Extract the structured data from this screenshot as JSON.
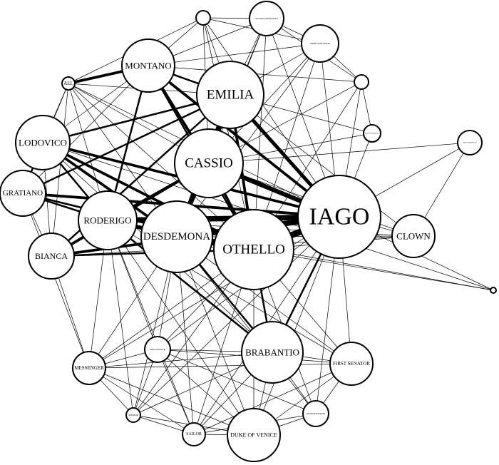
{
  "graph": {
    "nodes": [
      {
        "id": "iago",
        "label": "IAGO",
        "weight": 10
      },
      {
        "id": "othello",
        "label": "OTHELLO",
        "weight": 9
      },
      {
        "id": "desdemona",
        "label": "DESDEMONA",
        "weight": 8
      },
      {
        "id": "cassio",
        "label": "CASSIO",
        "weight": 7
      },
      {
        "id": "emilia",
        "label": "EMILIA",
        "weight": 7
      },
      {
        "id": "roderigo",
        "label": "RODERIGO",
        "weight": 6
      },
      {
        "id": "brabantio",
        "label": "BRABANTIO",
        "weight": 6
      },
      {
        "id": "montano",
        "label": "MONTANO",
        "weight": 5
      },
      {
        "id": "lodovico",
        "label": "LODOVICO",
        "weight": 5
      },
      {
        "id": "gratiano",
        "label": "GRATIANO",
        "weight": 4
      },
      {
        "id": "bianca",
        "label": "BIANCA",
        "weight": 4
      },
      {
        "id": "clown",
        "label": "CLOWN",
        "weight": 4
      },
      {
        "id": "duke",
        "label": "DUKE OF VENICE",
        "weight": 5
      },
      {
        "id": "first_senator",
        "label": "FIRST SENATOR",
        "weight": 4
      },
      {
        "id": "messenger",
        "label": "MESSENGER",
        "weight": 3
      },
      {
        "id": "sailor",
        "label": "SAILOR",
        "weight": 2
      },
      {
        "id": "second_senator",
        "label": "SECOND SENATOR",
        "weight": 2
      },
      {
        "id": "senator",
        "label": "SENATOR",
        "weight": 1
      },
      {
        "id": "first_officer",
        "label": "FIRST OFFICER",
        "weight": 2
      },
      {
        "id": "all",
        "label": "ALL",
        "weight": 1
      },
      {
        "id": "second_gentleman",
        "label": "SECOND GENTLEMAN",
        "weight": 3
      },
      {
        "id": "third_gentleman",
        "label": "THIRD GENTLEMAN",
        "weight": 3
      },
      {
        "id": "first_gentleman",
        "label": "",
        "weight": 1
      },
      {
        "id": "fourth_gentleman",
        "label": "",
        "weight": 1
      },
      {
        "id": "first_musician",
        "label": "FIRST MUSICIAN",
        "weight": 1
      },
      {
        "id": "herald",
        "label": "FIRST MUSICIAN",
        "weight": 1
      },
      {
        "id": "gentleman",
        "label": "",
        "weight": 0
      }
    ],
    "edges": [
      [
        "iago",
        "othello",
        7
      ],
      [
        "iago",
        "desdemona",
        6
      ],
      [
        "iago",
        "roderigo",
        6
      ],
      [
        "iago",
        "cassio",
        5
      ],
      [
        "iago",
        "emilia",
        4
      ],
      [
        "othello",
        "desdemona",
        6
      ],
      [
        "othello",
        "cassio",
        3
      ],
      [
        "othello",
        "emilia",
        3
      ],
      [
        "othello",
        "roderigo",
        3
      ],
      [
        "desdemona",
        "emilia",
        4
      ],
      [
        "desdemona",
        "cassio",
        3
      ],
      [
        "desdemona",
        "roderigo",
        3
      ],
      [
        "cassio",
        "emilia",
        3
      ],
      [
        "cassio",
        "roderigo",
        2
      ],
      [
        "cassio",
        "bianca",
        3
      ],
      [
        "cassio",
        "montano",
        3
      ],
      [
        "iago",
        "montano",
        3
      ],
      [
        "iago",
        "lodovico",
        3
      ],
      [
        "iago",
        "bianca",
        3
      ],
      [
        "iago",
        "gratiano",
        3
      ],
      [
        "iago",
        "clown",
        1
      ],
      [
        "iago",
        "brabantio",
        2
      ],
      [
        "othello",
        "lodovico",
        3
      ],
      [
        "othello",
        "brabantio",
        2
      ],
      [
        "othello",
        "montano",
        2
      ],
      [
        "othello",
        "gratiano",
        2
      ],
      [
        "othello",
        "bianca",
        2
      ],
      [
        "othello",
        "clown",
        1
      ],
      [
        "desdemona",
        "lodovico",
        3
      ],
      [
        "desdemona",
        "brabantio",
        2
      ],
      [
        "desdemona",
        "clown",
        1
      ],
      [
        "emilia",
        "lodovico",
        2
      ],
      [
        "emilia",
        "montano",
        2
      ],
      [
        "emilia",
        "gratiano",
        2
      ],
      [
        "emilia",
        "bianca",
        2
      ],
      [
        "roderigo",
        "lodovico",
        2
      ],
      [
        "roderigo",
        "montano",
        2
      ],
      [
        "roderigo",
        "brabantio",
        2
      ],
      [
        "roderigo",
        "gratiano",
        2
      ],
      [
        "lodovico",
        "gratiano",
        2
      ],
      [
        "lodovico",
        "bianca",
        1
      ],
      [
        "gratiano",
        "bianca",
        1
      ],
      [
        "montano",
        "all",
        3
      ],
      [
        "montano",
        "lodovico",
        1
      ],
      [
        "montano",
        "gratiano",
        1
      ],
      [
        "all",
        "iago",
        1
      ],
      [
        "all",
        "othello",
        1
      ],
      [
        "all",
        "desdemona",
        1
      ],
      [
        "all",
        "cassio",
        1
      ],
      [
        "all",
        "emilia",
        1
      ],
      [
        "all",
        "roderigo",
        1
      ],
      [
        "all",
        "lodovico",
        1
      ],
      [
        "all",
        "gratiano",
        1
      ],
      [
        "all",
        "bianca",
        1
      ],
      [
        "second_gentleman",
        "iago",
        1
      ],
      [
        "second_gentleman",
        "montano",
        1
      ],
      [
        "second_gentleman",
        "cassio",
        1
      ],
      [
        "second_gentleman",
        "othello",
        1
      ],
      [
        "second_gentleman",
        "desdemona",
        1
      ],
      [
        "second_gentleman",
        "emilia",
        1
      ],
      [
        "second_gentleman",
        "third_gentleman",
        1
      ],
      [
        "second_gentleman",
        "first_gentleman",
        1
      ],
      [
        "second_gentleman",
        "fourth_gentleman",
        1
      ],
      [
        "third_gentleman",
        "iago",
        1
      ],
      [
        "third_gentleman",
        "montano",
        1
      ],
      [
        "third_gentleman",
        "cassio",
        1
      ],
      [
        "third_gentleman",
        "othello",
        1
      ],
      [
        "third_gentleman",
        "desdemona",
        1
      ],
      [
        "third_gentleman",
        "emilia",
        1
      ],
      [
        "third_gentleman",
        "fourth_gentleman",
        1
      ],
      [
        "third_gentleman",
        "first_gentleman",
        1
      ],
      [
        "first_gentleman",
        "iago",
        1
      ],
      [
        "first_gentleman",
        "montano",
        1
      ],
      [
        "first_gentleman",
        "cassio",
        1
      ],
      [
        "first_gentleman",
        "othello",
        1
      ],
      [
        "first_gentleman",
        "emilia",
        1
      ],
      [
        "first_gentleman",
        "all",
        1
      ],
      [
        "fourth_gentleman",
        "iago",
        1
      ],
      [
        "fourth_gentleman",
        "montano",
        1
      ],
      [
        "fourth_gentleman",
        "cassio",
        1
      ],
      [
        "fourth_gentleman",
        "othello",
        1
      ],
      [
        "fourth_gentleman",
        "first_musician",
        1
      ],
      [
        "first_musician",
        "iago",
        1
      ],
      [
        "first_musician",
        "cassio",
        1
      ],
      [
        "first_musician",
        "emilia",
        1
      ],
      [
        "herald",
        "clown",
        1
      ],
      [
        "herald",
        "cassio",
        1
      ],
      [
        "herald",
        "iago",
        1
      ],
      [
        "gentleman",
        "iago",
        1
      ],
      [
        "gentleman",
        "othello",
        1
      ],
      [
        "gentleman",
        "lodovico",
        1
      ],
      [
        "gentleman",
        "roderigo",
        1
      ],
      [
        "clown",
        "cassio",
        1
      ],
      [
        "clown",
        "emilia",
        1
      ],
      [
        "clown",
        "roderigo",
        1
      ],
      [
        "clown",
        "bianca",
        1
      ],
      [
        "brabantio",
        "duke",
        1
      ],
      [
        "brabantio",
        "first_senator",
        1
      ],
      [
        "brabantio",
        "messenger",
        1
      ],
      [
        "brabantio",
        "sailor",
        1
      ],
      [
        "brabantio",
        "second_senator",
        1
      ],
      [
        "brabantio",
        "senator",
        1
      ],
      [
        "brabantio",
        "first_officer",
        1
      ],
      [
        "brabantio",
        "roderigo",
        1
      ],
      [
        "duke",
        "othello",
        1
      ],
      [
        "duke",
        "iago",
        1
      ],
      [
        "duke",
        "desdemona",
        1
      ],
      [
        "duke",
        "roderigo",
        1
      ],
      [
        "duke",
        "first_senator",
        1
      ],
      [
        "duke",
        "messenger",
        1
      ],
      [
        "duke",
        "sailor",
        1
      ],
      [
        "duke",
        "second_senator",
        1
      ],
      [
        "duke",
        "senator",
        1
      ],
      [
        "duke",
        "first_officer",
        1
      ],
      [
        "first_senator",
        "othello",
        1
      ],
      [
        "first_senator",
        "iago",
        1
      ],
      [
        "first_senator",
        "desdemona",
        1
      ],
      [
        "first_senator",
        "roderigo",
        1
      ],
      [
        "first_senator",
        "messenger",
        1
      ],
      [
        "first_senator",
        "sailor",
        1
      ],
      [
        "first_senator",
        "second_senator",
        1
      ],
      [
        "first_senator",
        "first_officer",
        1
      ],
      [
        "messenger",
        "othello",
        1
      ],
      [
        "messenger",
        "iago",
        1
      ],
      [
        "messenger",
        "desdemona",
        1
      ],
      [
        "messenger",
        "roderigo",
        1
      ],
      [
        "messenger",
        "sailor",
        1
      ],
      [
        "messenger",
        "senator",
        1
      ],
      [
        "messenger",
        "first_officer",
        1
      ],
      [
        "sailor",
        "othello",
        1
      ],
      [
        "sailor",
        "iago",
        1
      ],
      [
        "sailor",
        "desdemona",
        1
      ],
      [
        "sailor",
        "roderigo",
        1
      ],
      [
        "sailor",
        "second_senator",
        1
      ],
      [
        "sailor",
        "senator",
        1
      ],
      [
        "sailor",
        "first_officer",
        1
      ],
      [
        "second_senator",
        "othello",
        1
      ],
      [
        "second_senator",
        "iago",
        1
      ],
      [
        "second_senator",
        "desdemona",
        1
      ],
      [
        "second_senator",
        "first_officer",
        1
      ],
      [
        "senator",
        "othello",
        1
      ],
      [
        "senator",
        "iago",
        1
      ],
      [
        "senator",
        "desdemona",
        1
      ],
      [
        "senator",
        "roderigo",
        1
      ],
      [
        "senator",
        "first_officer",
        1
      ],
      [
        "first_officer",
        "othello",
        1
      ],
      [
        "first_officer",
        "iago",
        1
      ],
      [
        "first_officer",
        "desdemona",
        1
      ],
      [
        "first_officer",
        "roderigo",
        1
      ],
      [
        "bianca",
        "roderigo",
        1
      ],
      [
        "bianca",
        "messenger",
        1
      ],
      [
        "gratiano",
        "messenger",
        1
      ],
      [
        "lodovico",
        "brabantio",
        1
      ]
    ]
  }
}
